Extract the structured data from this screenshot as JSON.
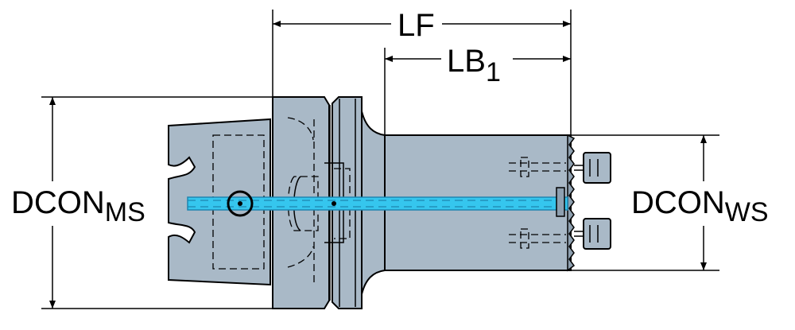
{
  "labels": {
    "lf": "LF",
    "lb1_main": "LB",
    "lb1_sub": "1",
    "dcon_ms_main": "DCON",
    "dcon_ms_sub": "MS",
    "dcon_ws_main": "DCON",
    "dcon_ws_sub": "WS"
  },
  "colors": {
    "body": "#a9b9c7",
    "body_dark": "#8ea0b0",
    "outline": "#000000",
    "coolant": "#35c6ee",
    "coolant_dark": "#1f86b0"
  }
}
